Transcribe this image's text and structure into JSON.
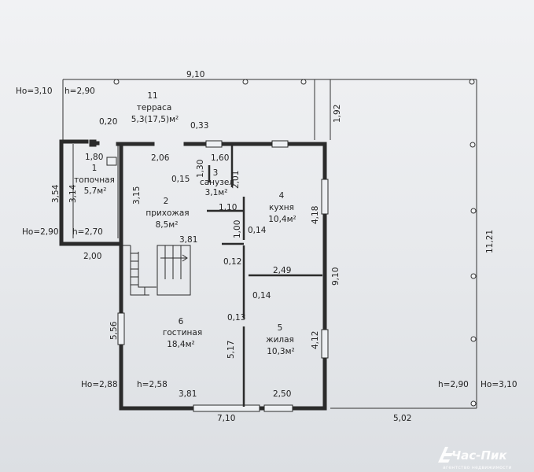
{
  "rooms": {
    "terrace": {
      "number": "11",
      "name": "терраса",
      "area": "5,3(17,5)м²"
    },
    "boiler": {
      "number": "1",
      "name": "топочная",
      "area": "5,7м²"
    },
    "hall": {
      "number": "2",
      "name": "прихожая",
      "area": "8,5м²"
    },
    "bath": {
      "number": "3",
      "name": "санузел",
      "area": "3,1м²"
    },
    "kitchen": {
      "number": "4",
      "name": "кухня",
      "area": "10,4м²"
    },
    "bedroom": {
      "number": "5",
      "name": "жилая",
      "area": "10,3м²"
    },
    "living": {
      "number": "6",
      "name": "гостиная",
      "area": "18,4м²"
    }
  },
  "dimensions": {
    "top_width": "9,10",
    "right_height": "11,21",
    "terrace_depth": "1,92",
    "bottom_total": "7,10",
    "bottom_right": "5,02",
    "right_wall": "9,10",
    "wall_1_80": "1,80",
    "wall_0_20": "0,20",
    "wall_3_54": "3,54",
    "wall_3_14": "3,14",
    "wall_2_00": "2,00",
    "wall_2_06": "2,06",
    "wall_0_33": "0,33",
    "wall_1_60": "1,60",
    "wall_1_30": "1,30",
    "wall_2_01": "2,01",
    "wall_0_15": "0,15",
    "wall_3_15": "3,15",
    "wall_1_10": "1,10",
    "wall_4_18": "4,18",
    "wall_1_00": "1,00",
    "wall_0_14a": "0,14",
    "wall_0_12": "0,12",
    "wall_3_81_top": "3,81",
    "wall_2_49": "2,49",
    "wall_0_14b": "0,14",
    "wall_0_13": "0,13",
    "wall_5_56": "5,56",
    "wall_5_17": "5,17",
    "wall_4_12": "4,12",
    "wall_3_81_bottom": "3,81",
    "wall_2_50": "2,50"
  },
  "levels": {
    "ho_top_left": "Ho=3,10",
    "h_top_left": "h=2,90",
    "ho_mid_left": "Ho=2,90",
    "h_mid_left": "h=2,70",
    "ho_bottom_left": "Ho=2,88",
    "h_bottom_left": "h=2,58",
    "h_bottom_right": "h=2,90",
    "ho_bottom_right": "Ho=3,10"
  },
  "watermark": {
    "brand": "Час-Пик",
    "tagline": "агентство недвижимости"
  }
}
